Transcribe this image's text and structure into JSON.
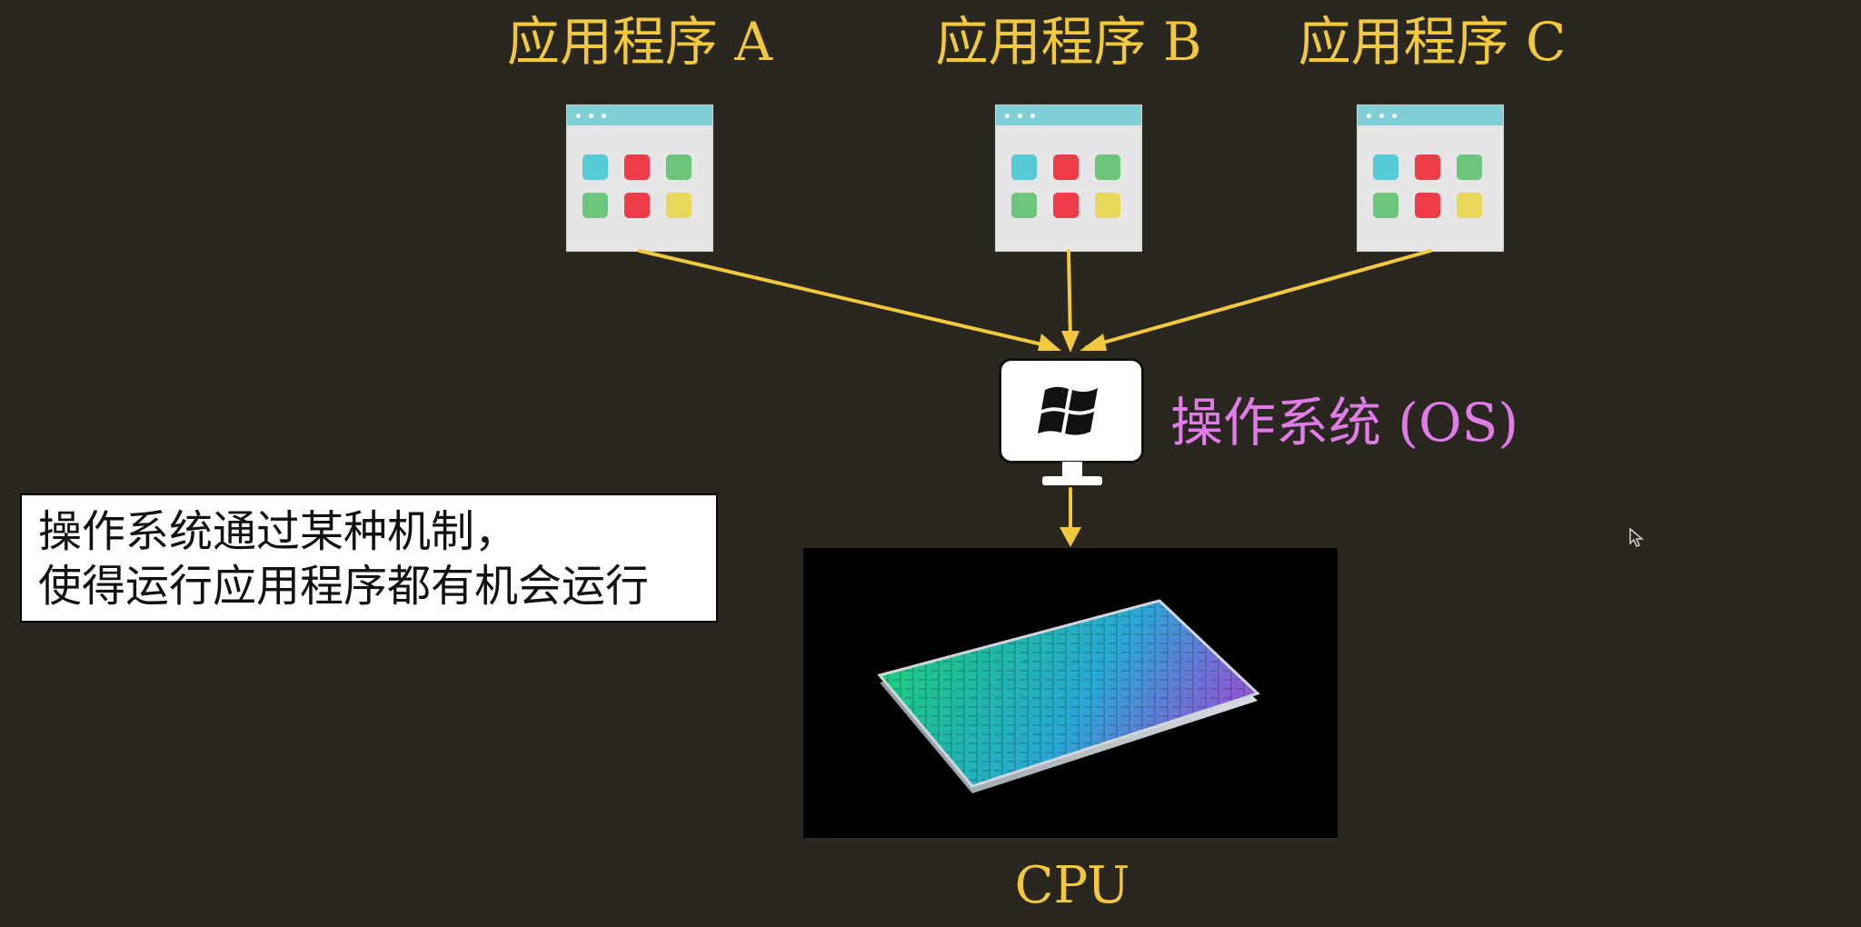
{
  "apps": [
    {
      "label": "应用程序 A"
    },
    {
      "label": "应用程序 B"
    },
    {
      "label": "应用程序 C"
    }
  ],
  "os": {
    "label": "操作系统 (OS)",
    "icon": "windows-logo-icon"
  },
  "note": {
    "lines": [
      "操作系统通过某种机制，",
      "使得运行应用程序都有机会运行"
    ]
  },
  "cpu": {
    "label": "CPU"
  },
  "colors": {
    "background": "#2a2620",
    "app_label": "#f1c83e",
    "arrow": "#f1c83e",
    "os_label": "#e07ce6",
    "cpu_label": "#f1c83e",
    "window_titlebar": "#7fd0d6",
    "tile_cyan": "#55cbd6",
    "tile_red": "#ee3b4a",
    "tile_green": "#6cc77d",
    "tile_yellow": "#e9d65a"
  }
}
